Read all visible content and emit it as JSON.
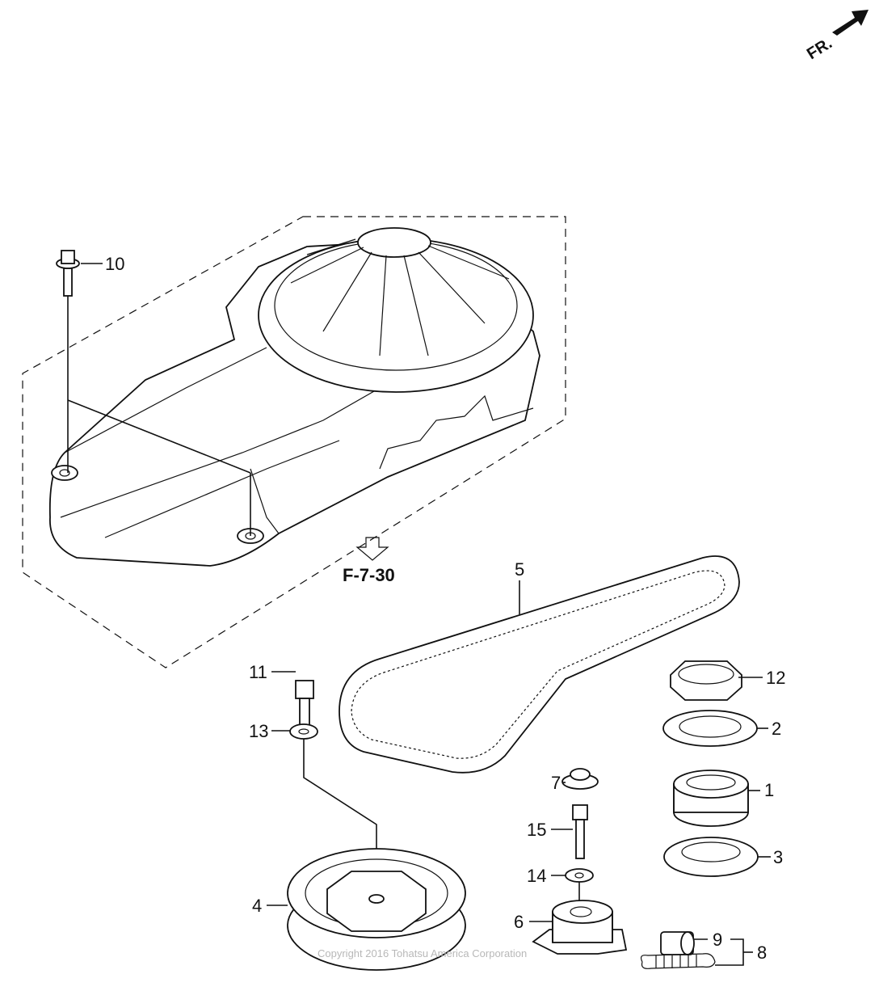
{
  "direction_marker": {
    "text": "FR."
  },
  "reference": {
    "text": "F-7-30"
  },
  "callouts": [
    {
      "id": "1",
      "text": "1"
    },
    {
      "id": "2",
      "text": "2"
    },
    {
      "id": "3",
      "text": "3"
    },
    {
      "id": "4",
      "text": "4"
    },
    {
      "id": "5",
      "text": "5"
    },
    {
      "id": "6",
      "text": "6"
    },
    {
      "id": "7",
      "text": "7"
    },
    {
      "id": "8",
      "text": "8"
    },
    {
      "id": "9",
      "text": "9"
    },
    {
      "id": "10",
      "text": "10"
    },
    {
      "id": "11",
      "text": "11"
    },
    {
      "id": "12",
      "text": "12"
    },
    {
      "id": "13",
      "text": "13"
    },
    {
      "id": "14",
      "text": "14"
    },
    {
      "id": "15",
      "text": "15"
    }
  ],
  "watermark": {
    "text": "Copyright 2016 Tohatsu America Corporation"
  }
}
